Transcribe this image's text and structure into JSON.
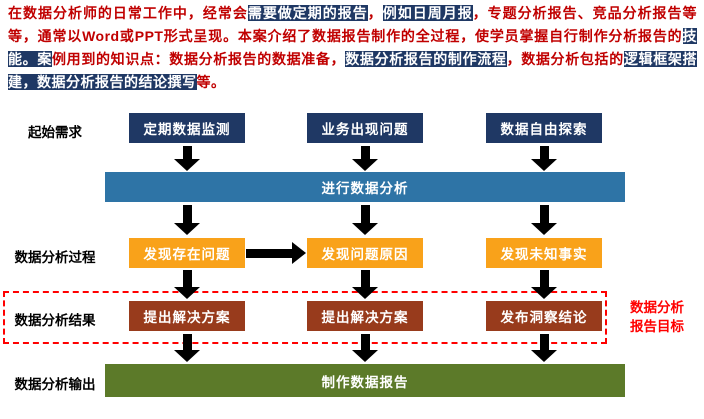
{
  "intro": {
    "segments": [
      {
        "text": "在数据分析师的日常工作中，经常会",
        "hl": false
      },
      {
        "text": "需要做定期的报告",
        "hl": true
      },
      {
        "text": "，",
        "hl": false
      },
      {
        "text": "例如日周月报",
        "hl": true
      },
      {
        "text": "，专题分析报告、竞品分析报告等等，通常以Word或PPT形式呈现。本案介绍了数据报告制作的全过程，使学员掌握自行制作分析报告的",
        "hl": false
      },
      {
        "text": "技能。案",
        "hl": true
      },
      {
        "text": "例用到的知识点：数据分析报告的数据准备，",
        "hl": false
      },
      {
        "text": "数据分析报告的制作流程",
        "hl": true
      },
      {
        "text": "，数据分析包括的",
        "hl": false
      },
      {
        "text": "逻辑框架搭建，数据分析报告的结论撰写",
        "hl": true
      },
      {
        "text": "等。",
        "hl": false
      }
    ]
  },
  "labels": {
    "row1": "起始需求",
    "row2": "数据分析过程",
    "row3": "数据分析结果",
    "row4": "数据分析输出"
  },
  "diagram": {
    "start_boxes": [
      "定期数据监测",
      "业务出现问题",
      "数据自由探索"
    ],
    "process_bar": "进行数据分析",
    "result_boxes": [
      "发现存在问题",
      "发现问题原因",
      "发现未知事实"
    ],
    "solution_boxes": [
      "提出解决方案",
      "提出解决方案",
      "发布洞察结论"
    ],
    "output_bar": "制作数据报告",
    "goal_label_line1": "数据分析",
    "goal_label_line2": "报告目标"
  },
  "colors": {
    "navy": "#1F3864",
    "blue_bar": "#2E74A6",
    "orange": "#F9A21A",
    "dark_red_box": "#983B1C",
    "olive_bar": "#5C7A29",
    "intro_text": "#C00000",
    "intro_highlight_bg": "#1F3864",
    "goal_red": "#FF0000",
    "arrow_black": "#000000"
  }
}
